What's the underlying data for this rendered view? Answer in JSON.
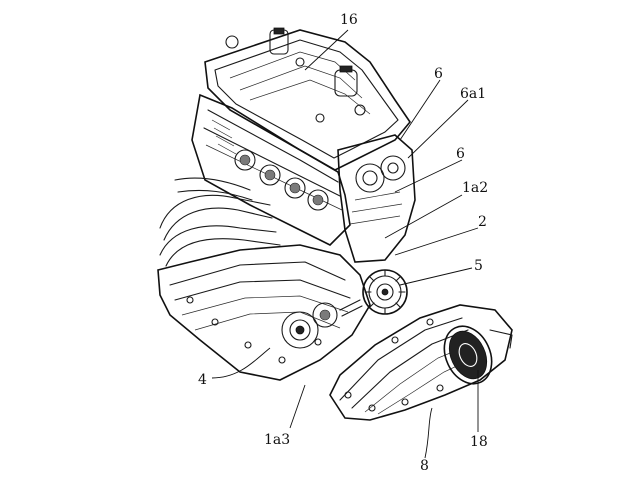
{
  "figure": {
    "labels": [
      {
        "id": "lbl-16",
        "text": "16"
      },
      {
        "id": "lbl-6-top",
        "text": "6"
      },
      {
        "id": "lbl-6a1",
        "text": "6a1"
      },
      {
        "id": "lbl-6-mid",
        "text": "6"
      },
      {
        "id": "lbl-1a2",
        "text": "1a2"
      },
      {
        "id": "lbl-2",
        "text": "2"
      },
      {
        "id": "lbl-5",
        "text": "5"
      },
      {
        "id": "lbl-4",
        "text": "4"
      },
      {
        "id": "lbl-1a3",
        "text": "1a3"
      },
      {
        "id": "lbl-8",
        "text": "8"
      },
      {
        "id": "lbl-18",
        "text": "18"
      }
    ]
  }
}
